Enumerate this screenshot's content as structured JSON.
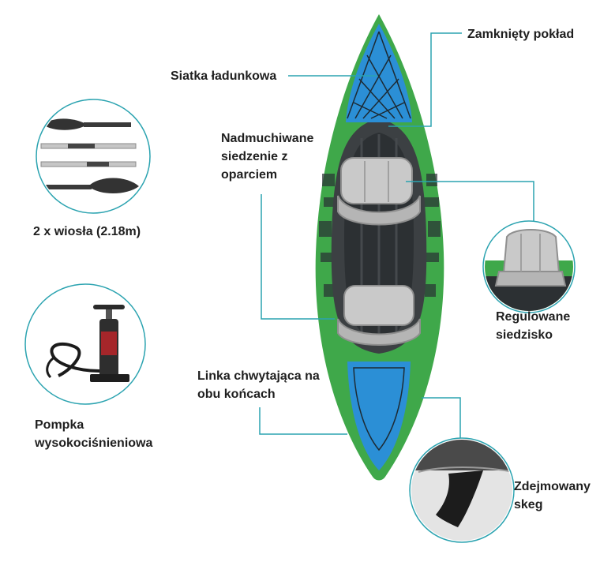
{
  "labels": {
    "closed_deck": "Zamknięty pokład",
    "cargo_net": "Siatka ładunkowa",
    "inflatable_seat": "Nadmuchiwane\nsiedzenie z\noparciem",
    "paddles": "2 x wiosła (2.18m)",
    "adjustable_seat": "Regulowane\nsiedzisko",
    "grab_line": "Linka chwytająca na\nobu końcach",
    "pump": "Pompka\nwysokociśnieniowa",
    "skeg": "Zdejmowany\nskeg"
  },
  "colors": {
    "kayak_green": "#3fa84a",
    "kayak_dark": "#3c4043",
    "kayak_blue": "#2b8fd6",
    "seat_gray": "#c9c9c9",
    "callout_line": "#2ba3b0",
    "text": "#1f1f1f"
  },
  "icons": {
    "paddles": "paddle-set-icon",
    "pump": "hand-pump-icon",
    "seat": "kayak-seat-icon",
    "skeg": "fin-skeg-icon"
  }
}
